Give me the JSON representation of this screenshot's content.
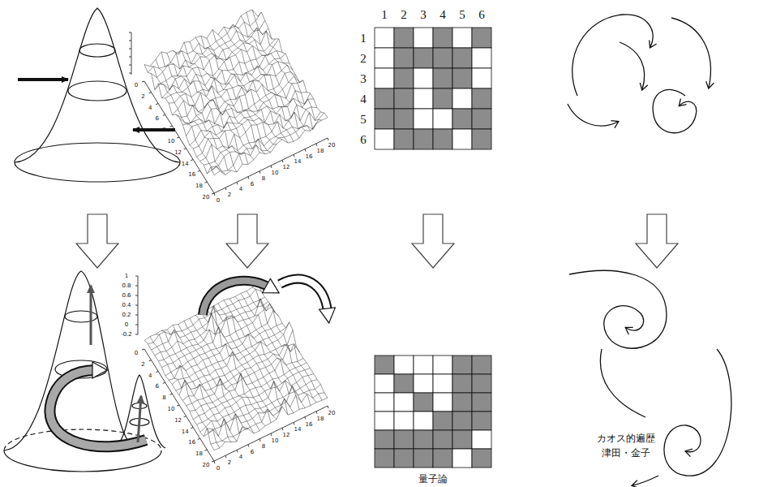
{
  "diagram": {
    "labels": [
      "0",
      "2",
      "4",
      "6",
      "8",
      "10",
      "12",
      "14",
      "16",
      "18",
      "20",
      "0",
      "2",
      "4",
      "6",
      "8",
      "10",
      "12",
      "14",
      "16",
      "18",
      "20",
      "1",
      "0.8",
      "0.6",
      "0.4",
      "0.2",
      "0",
      "-0.2",
      "0",
      "2",
      "4",
      "6",
      "8",
      "10",
      "12",
      "14",
      "16",
      "18",
      "20",
      "0",
      "2",
      "4",
      "6",
      "8",
      "10",
      "12",
      "14",
      "16",
      "18",
      "20",
      "1",
      "2",
      "3",
      "4",
      "5",
      "6",
      "1",
      "2",
      "3",
      "4",
      "5",
      "6",
      "量子論",
      "カオス的遍歴",
      "津田・金子"
    ]
  }
}
